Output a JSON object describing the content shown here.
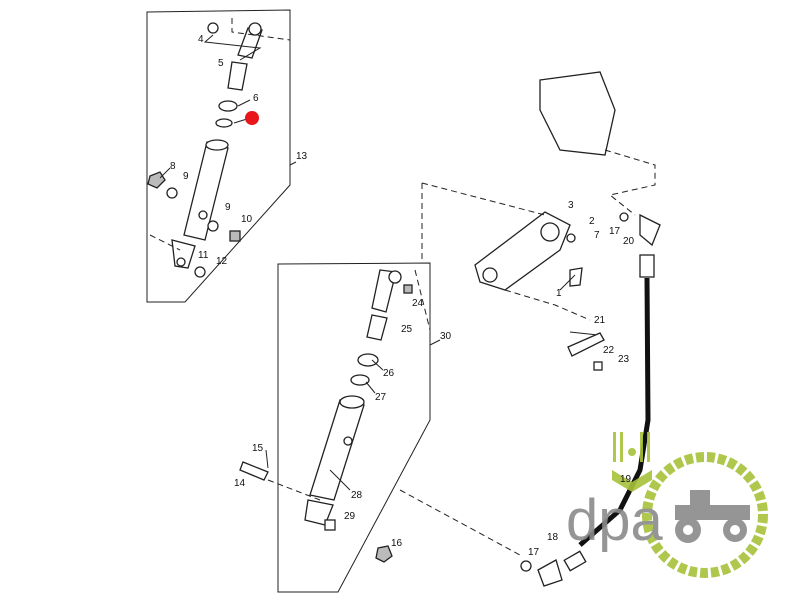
{
  "diagram": {
    "title": "Lift cylinder exploded parts diagram",
    "callouts": [
      "4",
      "5",
      "6",
      "8",
      "9",
      "9",
      "10",
      "11",
      "12",
      "13",
      "30",
      "24",
      "25",
      "26",
      "27",
      "28",
      "29",
      "16",
      "15",
      "14",
      "17",
      "18",
      "19",
      "17",
      "20",
      "3",
      "2",
      "7",
      "1",
      "21",
      "22",
      "23"
    ],
    "highlight_color": "#e8161b"
  },
  "logo": {
    "text": "dpa",
    "green": "#a8c23a",
    "gray": "#8a8a8a"
  }
}
